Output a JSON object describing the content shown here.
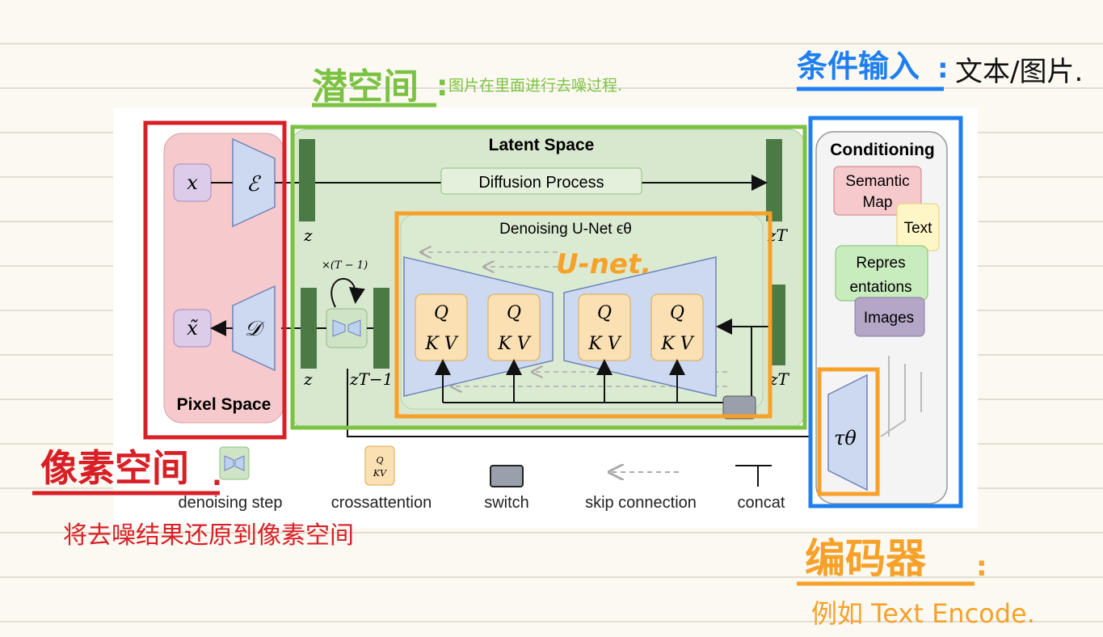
{
  "annotations": {
    "latent_title": "潜空间",
    "latent_note": "图片在里面进行去噪过程.",
    "cond_title": "条件输入",
    "cond_note": "文本/图片.",
    "pixel_title": "像素空间",
    "pixel_note": "将去噪结果还原到像素空间",
    "unet_note": "U-net.",
    "encoder_title": "编码器",
    "encoder_note": "例如 Text Encode."
  },
  "diagram": {
    "latent_space": "Latent Space",
    "diffusion_process": "Diffusion Process",
    "denoising_unet": "Denoising U-Net ϵθ",
    "pixel_space": "Pixel Space",
    "conditioning": "Conditioning",
    "x": "x",
    "x_tilde": "x̃",
    "enc": "ℰ",
    "dec": "𝒟",
    "z_top": "z",
    "z_bottom": "z",
    "zT_top": "zT",
    "zT_bottom": "zT",
    "zT1": "zT−1",
    "repeat": "×(T − 1)",
    "q": "Q",
    "kv": "K V",
    "semantic_map_1": "Semantic",
    "semantic_map_2": "Map",
    "text": "Text",
    "repr_1": "Repres",
    "repr_2": "entations",
    "images": "Images",
    "tau": "τθ"
  },
  "legend": {
    "denoising_step": "denoising step",
    "crossattention": "crossattention",
    "switch": "switch",
    "skip_connection": "skip connection",
    "concat": "concat",
    "legend_q": "Q",
    "legend_kv": "KV"
  },
  "colors": {
    "red": "#d81f26",
    "green": "#7cc242",
    "blue": "#1e7ff0",
    "orange": "#f7a129"
  }
}
